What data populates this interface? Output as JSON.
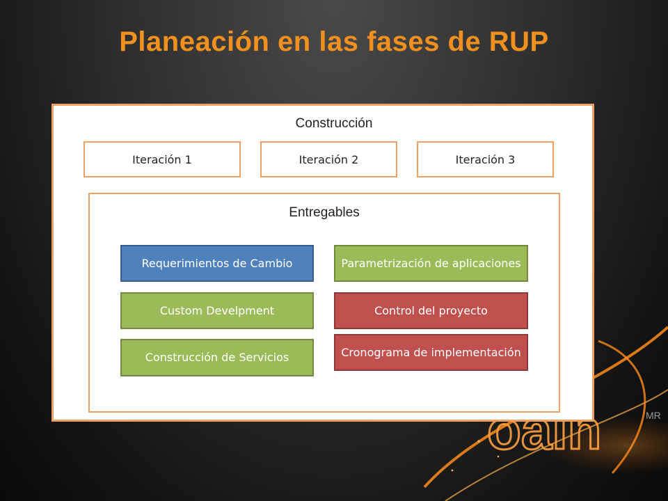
{
  "title": "Planeación en las fases de RUP",
  "construccion": {
    "label": "Construcción",
    "iterations": [
      "Iteración 1",
      "Iteración 2",
      "Iteración 3"
    ]
  },
  "entregables": {
    "label": "Entregables",
    "items": [
      {
        "label": "Requerimientos de Cambio",
        "color": "#4f81bd"
      },
      {
        "label": "Parametrización de aplicaciones",
        "color": "#9bbb59"
      },
      {
        "label": "Custom Develpment",
        "color": "#9bbb59"
      },
      {
        "label": "Control del proyecto",
        "color": "#c0504d"
      },
      {
        "label": "Construcción de Servicios",
        "color": "#9bbb59"
      },
      {
        "label": "Cronograma de implementación",
        "color": "#c0504d"
      }
    ]
  },
  "colors": {
    "accent": "#f0901e",
    "border": "#f0a060"
  }
}
